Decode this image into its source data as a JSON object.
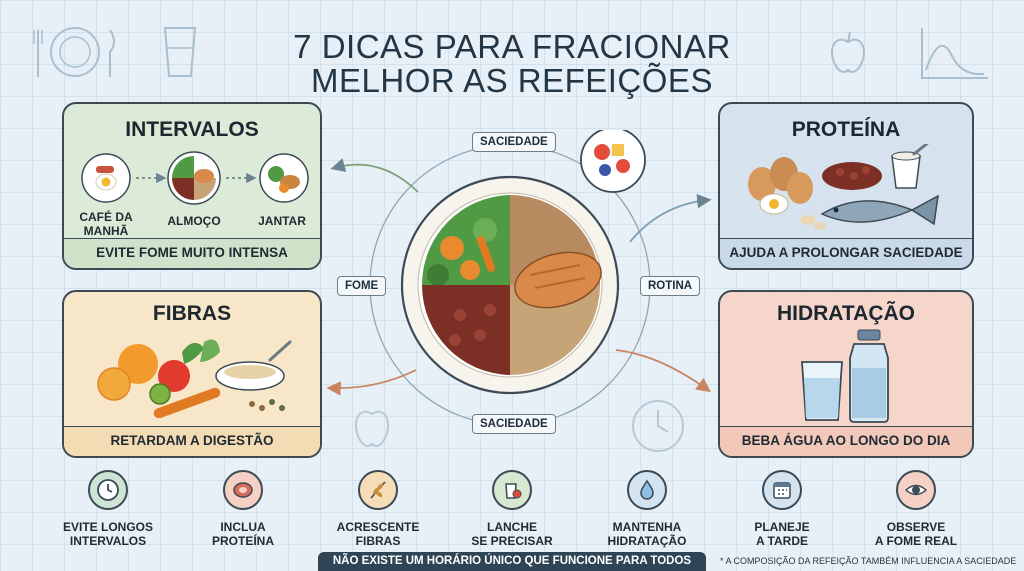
{
  "title_line1": "7 DICAS PARA FRACIONAR",
  "title_line2": "MELHOR AS REFEIÇÕES",
  "cards": {
    "intervalos": {
      "title": "INTERVALOS",
      "meals": [
        "CAFÉ DA MANHÃ",
        "ALMOÇO",
        "JANTAR"
      ],
      "caption": "EVITE FOME MUITO INTENSA",
      "color": "#dcebd8"
    },
    "fibras": {
      "title": "FIBRAS",
      "caption": "RETARDAM A DIGESTÃO",
      "color": "#f8e6c9"
    },
    "proteina": {
      "title": "PROTEÍNA",
      "caption": "AJUDA A PROLONGAR SACIEDADE",
      "color": "#d6e3ef"
    },
    "hidratacao": {
      "title": "HIDRATAÇÃO",
      "caption": "BEBA ÁGUA AO LONGO DO DIA",
      "color": "#f6d6cb"
    }
  },
  "plate_tags": {
    "top": "SACIEDADE",
    "left": "FOME",
    "right": "ROTINA",
    "bottom": "SACIEDADE"
  },
  "tips": [
    {
      "line1": "EVITE LONGOS",
      "line2": "INTERVALOS",
      "icon": "clock-icon",
      "color": "#cfe4d4"
    },
    {
      "line1": "INCLUA",
      "line2": "PROTEÍNA",
      "icon": "meat-icon",
      "color": "#f4d1c4"
    },
    {
      "line1": "ACRESCENTE",
      "line2": "FIBRAS",
      "icon": "wheat-icon",
      "color": "#f6ddb8"
    },
    {
      "line1": "LANCHE",
      "line2": "SE PRECISAR",
      "icon": "snack-icon",
      "color": "#d6e8cf"
    },
    {
      "line1": "MANTENHA",
      "line2": "HIDRATAÇÃO",
      "icon": "water-drop-icon",
      "color": "#d3e3ef"
    },
    {
      "line1": "PLANEJE",
      "line2": "A TARDE",
      "icon": "calendar-icon",
      "color": "#d3e3ef"
    },
    {
      "line1": "OBSERVE",
      "line2": "A FOME REAL",
      "icon": "eye-icon",
      "color": "#f4d1c4"
    }
  ],
  "footer": "NÃO EXISTE UM HORÁRIO ÚNICO QUE FUNCIONE PARA TODOS",
  "footnote": "* A COMPOSIÇÃO DA REFEIÇÃO TAMBÉM INFLUENCIA A SACIEDADE"
}
